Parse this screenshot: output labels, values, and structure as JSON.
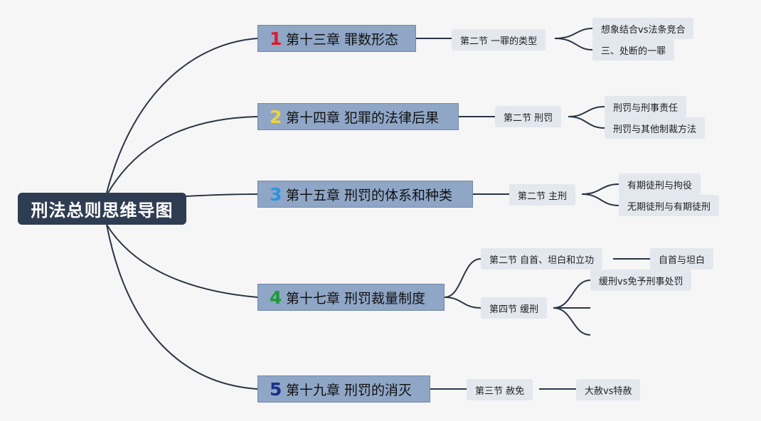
{
  "root": {
    "label": "刑法总则思维导图"
  },
  "chapters": [
    {
      "num": "1",
      "color": "#e0192e",
      "title": "第十三章 罪数形态",
      "sections": [
        {
          "label": "第二节 一罪的类型",
          "leaves": [
            "想象结合vs法条竞合",
            "三、处断的一罪"
          ]
        }
      ]
    },
    {
      "num": "2",
      "color": "#f2d23c",
      "title": "第十四章 犯罪的法律后果",
      "sections": [
        {
          "label": "第二节 刑罚",
          "leaves": [
            "刑罚与刑事责任",
            "刑罚与其他制裁方法"
          ]
        }
      ]
    },
    {
      "num": "3",
      "color": "#2a93e0",
      "title": "第十五章 刑罚的体系和种类",
      "sections": [
        {
          "label": "第二节 主刑",
          "leaves": [
            "有期徒刑与拘役",
            "无期徒刑与有期徒刑"
          ]
        }
      ]
    },
    {
      "num": "4",
      "color": "#1e9a3a",
      "title": "第十七章 刑罚裁量制度",
      "sections": [
        {
          "label": "第二节 自首、坦白和立功",
          "leaves": [
            "自首与坦白"
          ]
        },
        {
          "label": "第四节 缓刑",
          "leaves": [
            "缓刑vs免予刑事处罚",
            "",
            ""
          ]
        }
      ]
    },
    {
      "num": "5",
      "color": "#1b2f8a",
      "title": "第十九章 刑罚的消灭",
      "sections": [
        {
          "label": "第三节 赦免",
          "leaves": [
            "大赦vs特赦"
          ]
        }
      ]
    }
  ]
}
